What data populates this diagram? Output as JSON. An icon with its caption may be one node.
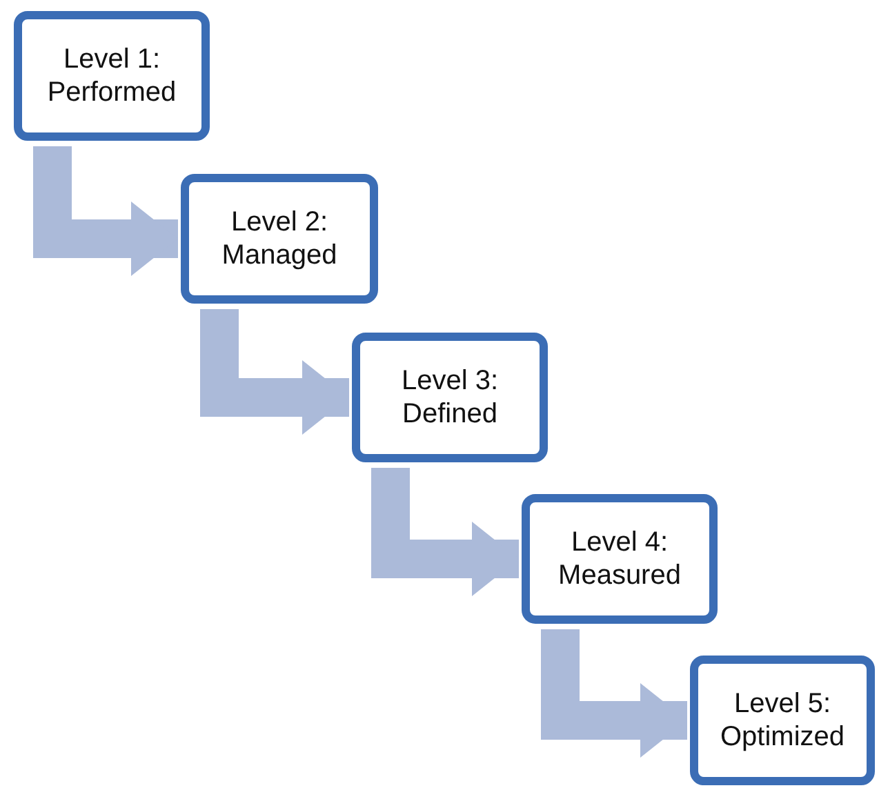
{
  "diagram": {
    "nodes": [
      {
        "text": [
          "Level 1: Performed"
        ]
      },
      {
        "text": [
          "Level 2: Managed"
        ]
      },
      {
        "text": [
          "Level 3: Defined"
        ]
      },
      {
        "text": [
          "Level 4: Measured"
        ]
      },
      {
        "text": [
          "Level 5: Optimized"
        ]
      }
    ],
    "edges": [
      {
        "from": 0,
        "to": 1,
        "arrow": "to"
      },
      {
        "from": 1,
        "to": 2,
        "arrow": "to"
      },
      {
        "from": 2,
        "to": 3,
        "arrow": "to"
      },
      {
        "from": 3,
        "to": 4,
        "arrow": "to"
      }
    ]
  }
}
